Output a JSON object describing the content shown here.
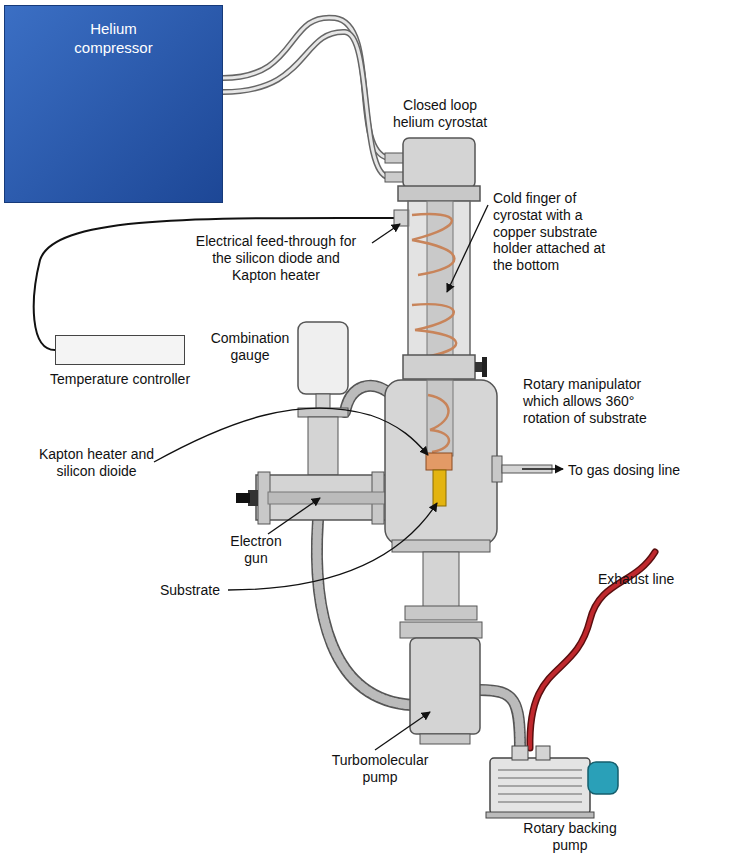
{
  "diagram": {
    "nodes": [
      {
        "text": [
          "Helium compressor"
        ]
      },
      {
        "text": [
          "Temperature controller"
        ]
      }
    ],
    "labels": [
      "Closed loop helium cyrostat",
      "Cold finger of cyrostat with a copper substrate holder attached at the bottom",
      "Electrical feed-through for the silicon diode and Kapton heater",
      "Combination gauge",
      "Rotary manipulator which allows 360° rotation of substrate",
      "Kapton heater and silicon dioide",
      "Electron gun",
      "To gas dosing line",
      "Substrate",
      "Exhaust line",
      "Turbomolecular pump",
      "Rotary backing pump"
    ]
  }
}
